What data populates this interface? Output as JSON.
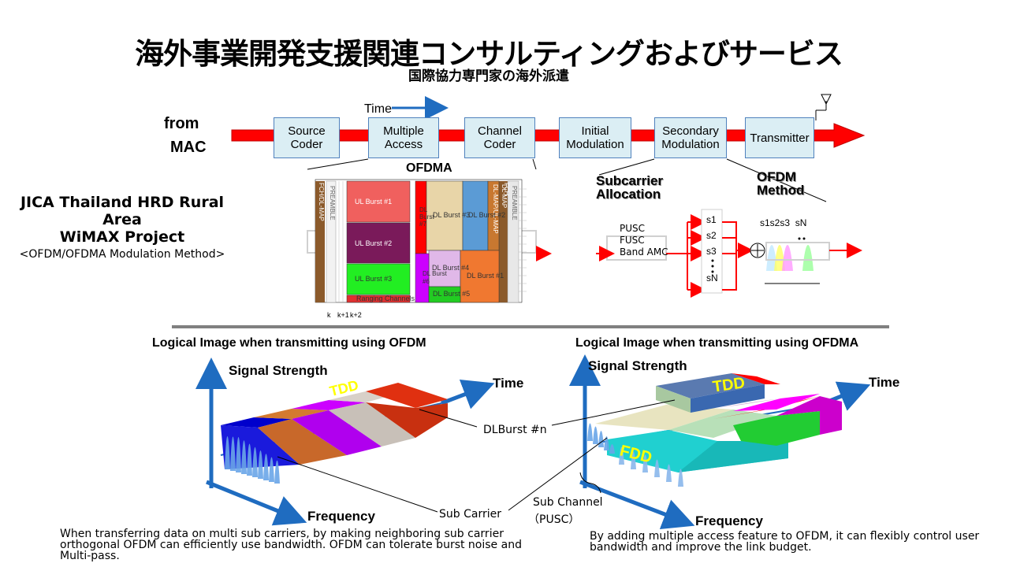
{
  "title": "海外事業開発支援関連コンサルティングおよびサービス",
  "subtitle": "国際協力専門家の海外派遣",
  "side": {
    "line1": "JICA Thailand HRD Rural Area",
    "line2": "WiMAX Project",
    "line3": "<OFDM/OFDMA Modulation Method>"
  },
  "pipeline": {
    "from_line1": "from",
    "from_line2": "MAC",
    "time": "Time",
    "boxes": [
      "Source Coder",
      "Multiple Access",
      "Channel Coder",
      "Initial Modulation",
      "Secondary Modulation",
      "Transmitter"
    ],
    "ofdma": "OFDMA",
    "subcarrier_alloc": "Subcarrier Allocation",
    "ofdm_method": "OFDM Method"
  },
  "frame": {
    "k_labels": [
      "k",
      "k+1",
      "k+2"
    ],
    "vertical_labels": [
      "FCH/DL-MAP",
      "PREAMBLE",
      "DL-MAP/UL-MAP",
      "DL-MAP",
      "FCH",
      "PREAMBLE"
    ],
    "ul_bursts": [
      "UL Burst #1",
      "UL Burst #2",
      "UL Burst #3",
      "Ranging Channels"
    ],
    "dl_bursts": [
      "DL Burst #7",
      "DL Burst #3",
      "DL Burst #2",
      "DL Burst #4",
      "DL Burst #6",
      "DL Burst #1",
      "DL Burst #5"
    ]
  },
  "allocation": {
    "modes": [
      "PUSC",
      "FUSC",
      "Band AMC"
    ],
    "subs": [
      "s1",
      "s2",
      "s3",
      "sN"
    ],
    "ofdm_label": "s1s2s3  sN"
  },
  "ofdm_panel": {
    "heading": "Logical Image when transmitting using OFDM",
    "signal": "Signal Strength",
    "time": "Time",
    "frequency": "Frequency",
    "tdd": "TDD",
    "dlburst": "DLBurst #n",
    "subcarrier": "Sub Carrier",
    "desc": "When transferring data on multi sub carriers, by making neighboring sub carrier orthogonal OFDM can efficiently use bandwidth. OFDM can tolerate burst noise and Multi-pass."
  },
  "ofdma_panel": {
    "heading": "Logical Image when transmitting using OFDMA",
    "signal": "Signal Strength",
    "time": "Time",
    "frequency": "Frequency",
    "tdd": "TDD",
    "fdd": "FDD",
    "subchannel": "Sub Channel",
    "pusc": "（PUSC）",
    "desc": "By adding multiple access feature to OFDM, it can flexibly control user bandwidth and improve the  link budget."
  },
  "colors": {
    "arrow_red": "#ff0000",
    "axis_blue": "#1f6cc0",
    "box_fill": "#dbeef4",
    "tdd_yellow": "#ffff00"
  }
}
